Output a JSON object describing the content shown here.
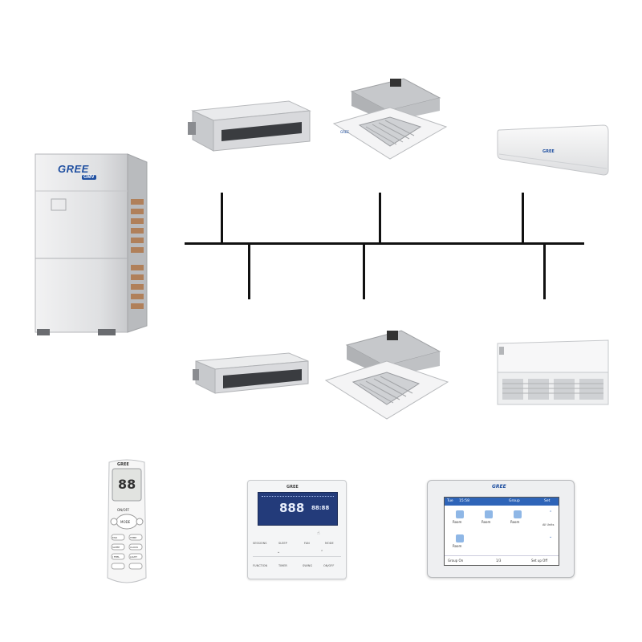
{
  "outdoor_unit": {
    "brand": "GREE",
    "sub_brand": "GMV"
  },
  "indoor_units": [
    {
      "name": "duct-unit-top"
    },
    {
      "name": "cassette-unit-top"
    },
    {
      "name": "wall-unit"
    },
    {
      "name": "duct-unit-bottom"
    },
    {
      "name": "cassette-unit-bottom"
    },
    {
      "name": "ceiling-floor-unit"
    }
  ],
  "controllers": {
    "remote": {
      "brand": "GREE",
      "display": "88",
      "labels": [
        "ON/OFF",
        "MODE",
        "FAN",
        "TEMP",
        "SLEEP",
        "CLOCK",
        "I FEEL",
        "LIGHT"
      ]
    },
    "wired_panel": {
      "brand": "GREE",
      "display_main": "888",
      "display_side": "88:88",
      "buttons_top": [
        "SESSIONS",
        "SLEEP",
        "FAN",
        "MODE"
      ],
      "buttons_bottom": [
        "FUNCTION",
        "TIMER",
        "SWING",
        "ON/OFF"
      ]
    },
    "touch_panel": {
      "brand": "GREE",
      "status_day": "Tue",
      "status_time": "15:58",
      "status_group": "Group",
      "status_set": "Set",
      "tiles": [
        "Room",
        "Room",
        "Room",
        "Room"
      ],
      "side_label": "All Units",
      "footer": [
        "Group On",
        "1/3",
        "Set up Off"
      ]
    }
  },
  "colors": {
    "pipe": "#111111",
    "unit_body": "#e6e7e9",
    "brand_blue": "#1f4fa0",
    "screen_blue": "#233b7a"
  }
}
